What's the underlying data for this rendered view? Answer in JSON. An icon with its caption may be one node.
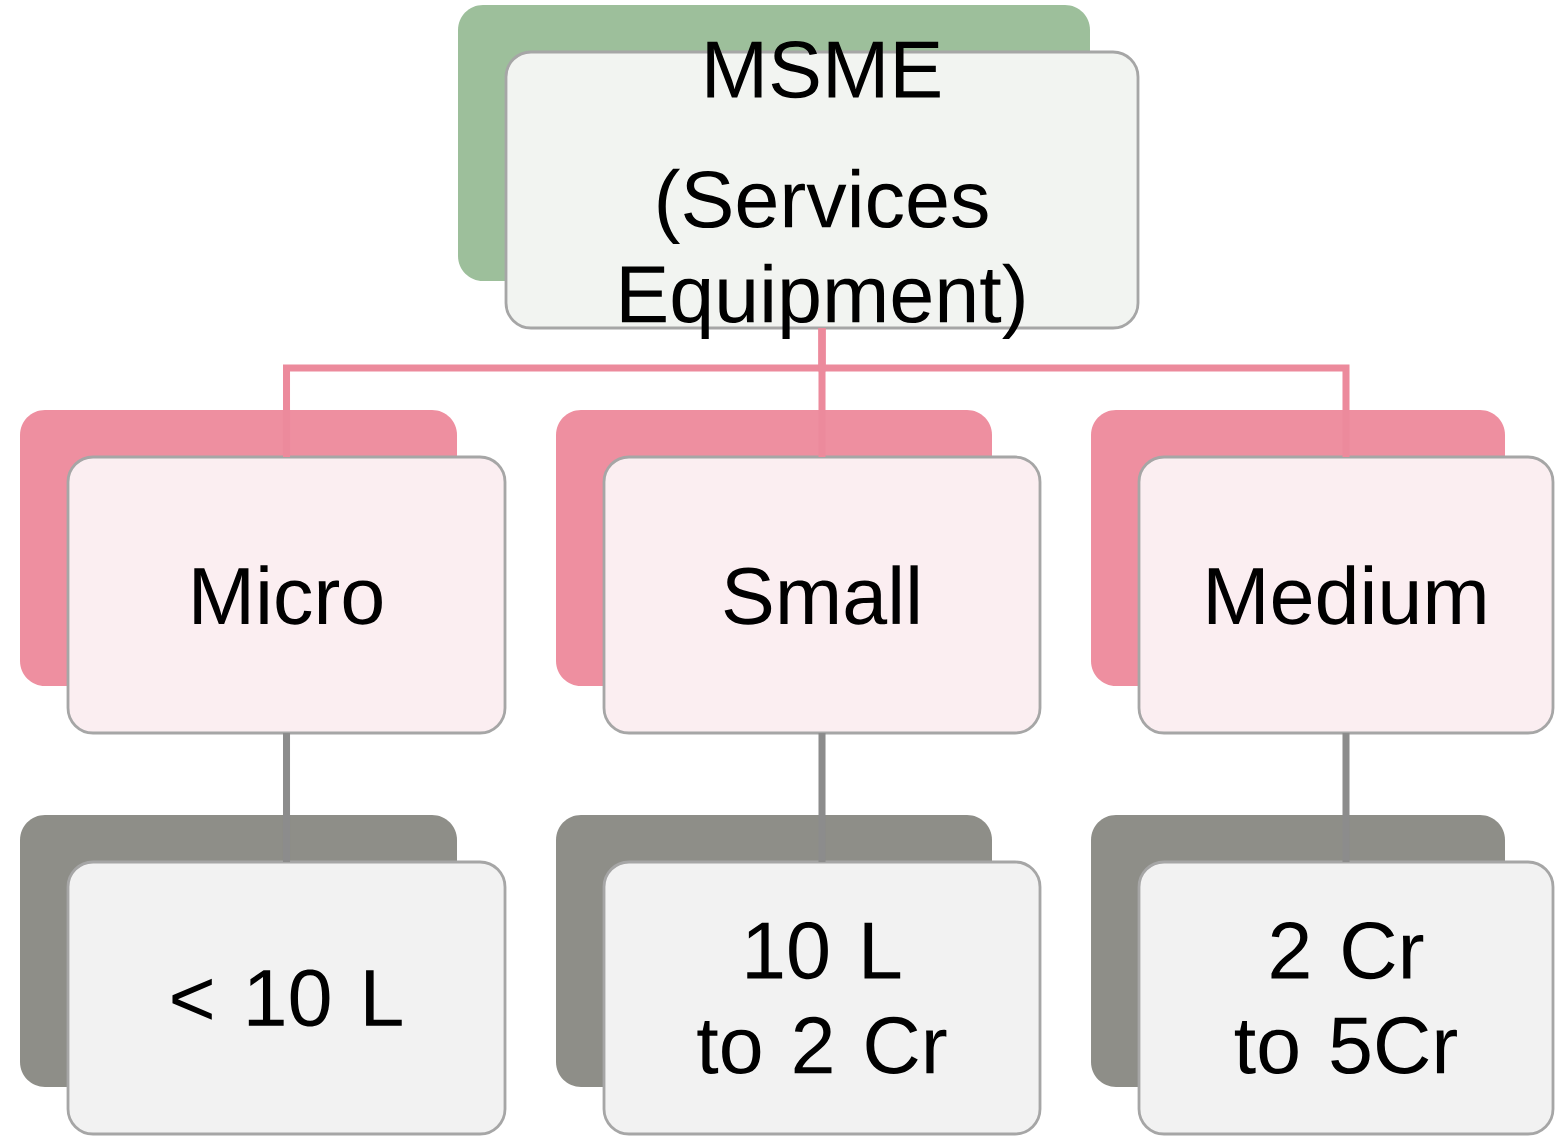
{
  "diagram": {
    "nodes": [
      {
        "text": [
          "MSME",
          "(Services Equipment)"
        ]
      },
      {
        "text": [
          "Micro"
        ]
      },
      {
        "text": [
          "Small"
        ]
      },
      {
        "text": [
          "Medium"
        ]
      },
      {
        "text": [
          "< 10 L"
        ]
      },
      {
        "text": [
          "10 L to 2 Cr"
        ]
      },
      {
        "text": [
          "2 Cr to 5Cr"
        ]
      }
    ],
    "edges": [
      {
        "from": 0,
        "to": 1,
        "arrow": "none",
        "color": "#ec8a9c"
      },
      {
        "from": 0,
        "to": 2,
        "arrow": "none",
        "color": "#ec8a9c"
      },
      {
        "from": 0,
        "to": 3,
        "arrow": "none",
        "color": "#ec8a9c"
      },
      {
        "from": 1,
        "to": 4,
        "arrow": "none",
        "color": "#8c8c8c"
      },
      {
        "from": 2,
        "to": 5,
        "arrow": "none",
        "color": "#8c8c8c"
      },
      {
        "from": 3,
        "to": 6,
        "arrow": "none",
        "color": "#8c8c8c"
      }
    ]
  }
}
